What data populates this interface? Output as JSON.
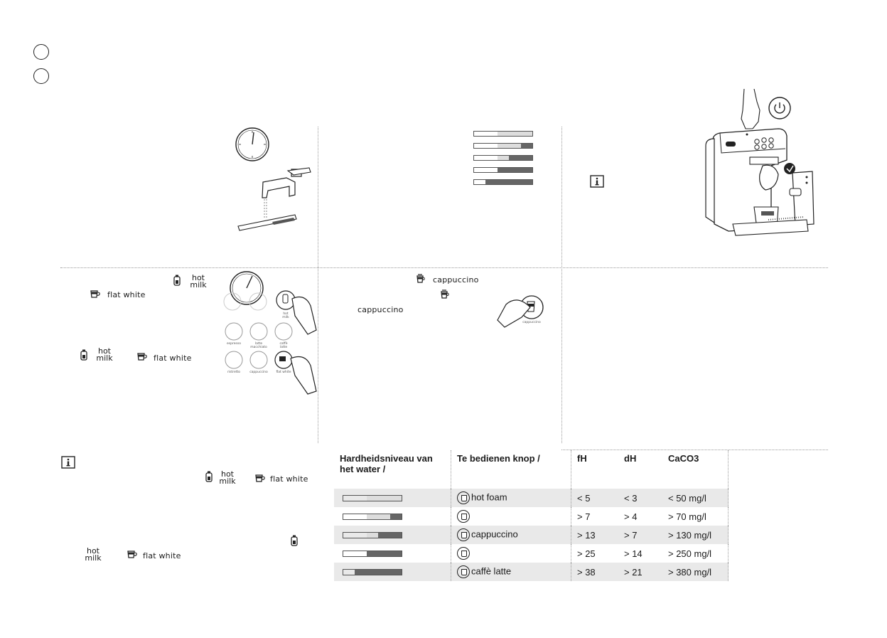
{
  "page": {
    "background": "#ffffff",
    "line_color": "#9a9a9a",
    "shade_color": "#e9e9e9"
  },
  "buttons": {
    "hot_milk_top": "hot",
    "hot_milk_bottom": "milk",
    "flat_white": "flat white",
    "cappuccino": "cappuccino"
  },
  "illustration_labels": {
    "hot_milk_small": "hot\nmilk",
    "espresso": "espresso",
    "latte_macchiato": "latte\nmacchiato",
    "caffe_latte": "caffè\nlatte",
    "ristretto": "ristretto",
    "cappuccino_small": "cappuccino",
    "flat_white_small": "flat white"
  },
  "table": {
    "headers": [
      "Hardheidsniveau van het water /",
      "Te bedienen knop /",
      "fH",
      "dH",
      "CaCO3"
    ],
    "rows": [
      {
        "level": 1,
        "button": "hot foam",
        "fH": "< 5",
        "dH": "< 3",
        "caco3": "< 50 mg/l"
      },
      {
        "level": 2,
        "button": "",
        "fH": "> 7",
        "dH": "> 4",
        "caco3": "> 70 mg/l"
      },
      {
        "level": 3,
        "button": "cappuccino",
        "fH": "> 13",
        "dH": "> 7",
        "caco3": "> 130 mg/l"
      },
      {
        "level": 4,
        "button": "",
        "fH": "> 25",
        "dH": "> 14",
        "caco3": "> 250 mg/l"
      },
      {
        "level": 5,
        "button": "caffè latte",
        "fH": "> 38",
        "dH": "> 21",
        "caco3": "> 380 mg/l"
      }
    ]
  },
  "icons": [
    "language-circle-icon",
    "clock-icon",
    "tap-icon",
    "test-strip-icon",
    "info-icon",
    "power-icon",
    "hand-pointer-icon",
    "coffee-machine-icon",
    "milk-jug-icon",
    "cup-icon"
  ]
}
